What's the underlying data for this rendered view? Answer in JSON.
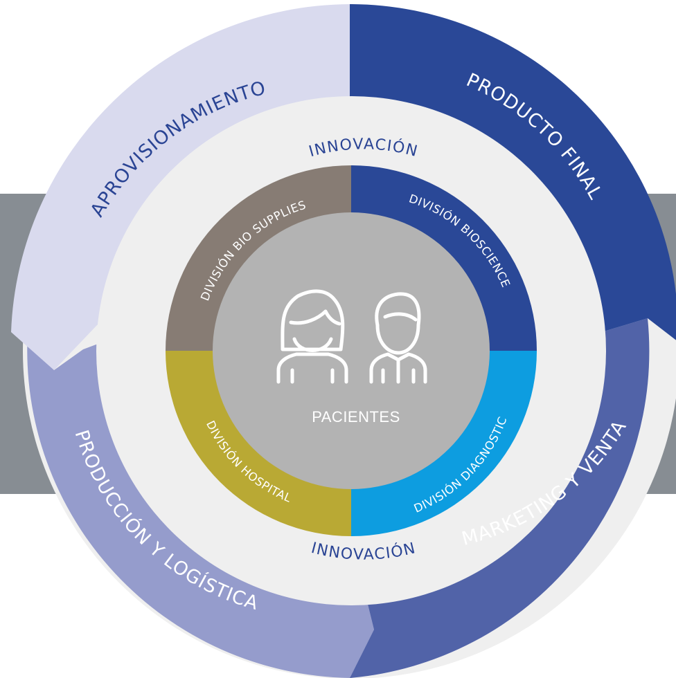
{
  "colors": {
    "side_bar": "#878d93",
    "cycle_background": "#efefef",
    "aprovisionamiento": "#d9daee",
    "producto_final": "#2a4897",
    "marketing_ventas": "#5163a8",
    "produccion_logistica": "#959ccc",
    "innovacion_text": "#2a4494",
    "bio_supplies": "#877c74",
    "bioscience": "#2a4897",
    "diagnostic": "#0d9de0",
    "hospital": "#b9a934",
    "center": "#b3b3b3"
  },
  "cycle": {
    "aprovisionamiento": "APROVISIONAMIENTO",
    "producto_final": "PRODUCTO FINAL",
    "marketing_ventas": "MARKETING Y VENTAS",
    "produccion_logistica": "PRODUCCIÓN Y LOGÍSTICA"
  },
  "innovation": {
    "top": "INNOVACIÓN",
    "bottom": "INNOVACIÓN"
  },
  "divisions": {
    "bio_supplies": "DIVISIÓN BIO SUPPLIES",
    "bioscience": "DIVISIÓN BIOSCIENCE",
    "diagnostic": "DIVISIÓN DIAGNOSTIC",
    "hospital": "DIVISIÓN HOSPITAL"
  },
  "center": {
    "label": "PACIENTES",
    "icons": [
      "woman-icon",
      "man-icon"
    ]
  }
}
